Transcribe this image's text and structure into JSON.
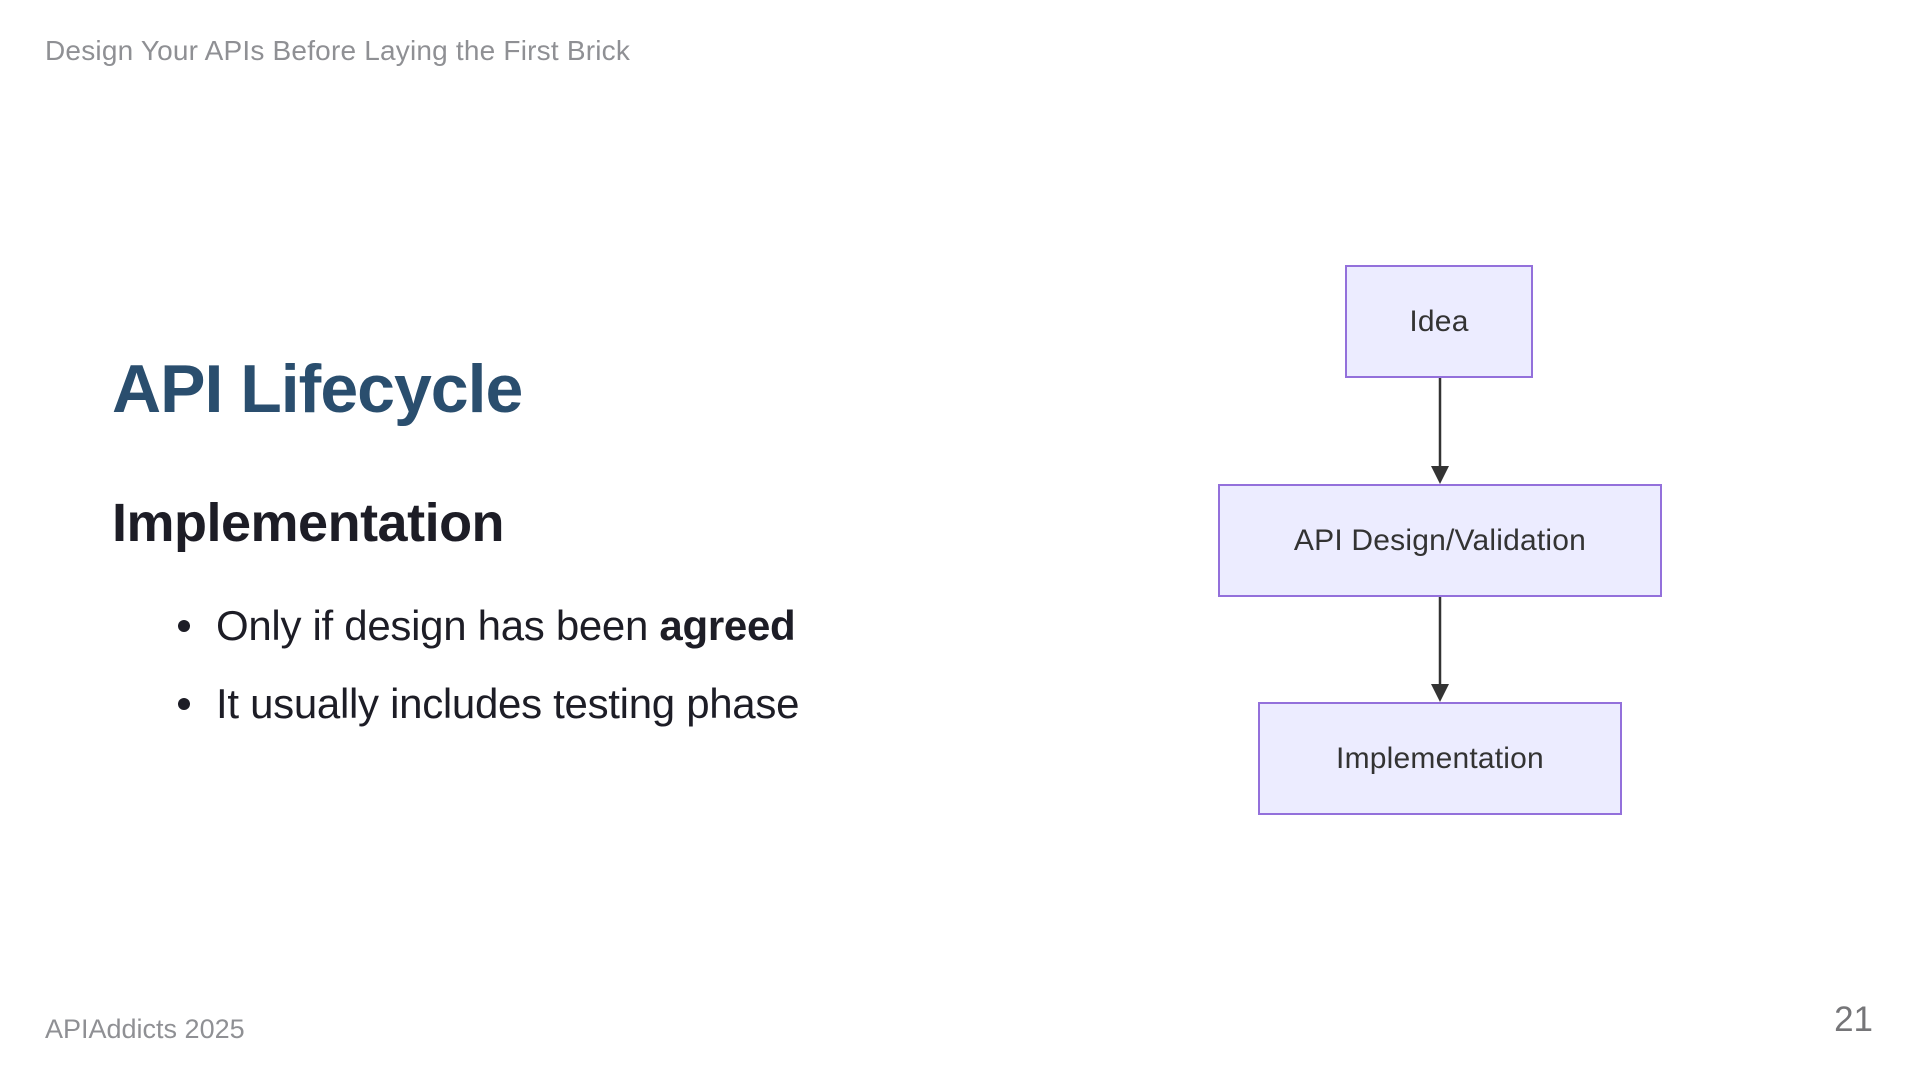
{
  "slide": {
    "header": "Design Your APIs Before Laying the First Brick",
    "title": "API Lifecycle",
    "subtitle": "Implementation",
    "bullets": [
      {
        "pre": "Only if design has been ",
        "bold": "agreed"
      },
      {
        "pre": "It usually includes testing phase",
        "bold": ""
      }
    ],
    "footer": "APIAddicts 2025",
    "page_number": "21"
  },
  "diagram": {
    "type": "flowchart",
    "direction": "top-down",
    "nodes": [
      {
        "id": "idea",
        "label": "Idea"
      },
      {
        "id": "design",
        "label": "API Design/Validation"
      },
      {
        "id": "implementation",
        "label": "Implementation"
      }
    ],
    "edges": [
      {
        "from": "idea",
        "to": "design"
      },
      {
        "from": "design",
        "to": "implementation"
      }
    ],
    "colors": {
      "node_fill": "#ECECFF",
      "node_border": "#9370DB",
      "node_text": "#333333",
      "arrow": "#333333"
    }
  },
  "colors": {
    "background": "#FFFFFF",
    "title": "#2A4E6E",
    "body_text": "#1D1D26",
    "muted_text": "#8F9094",
    "page_number": "#757578"
  }
}
